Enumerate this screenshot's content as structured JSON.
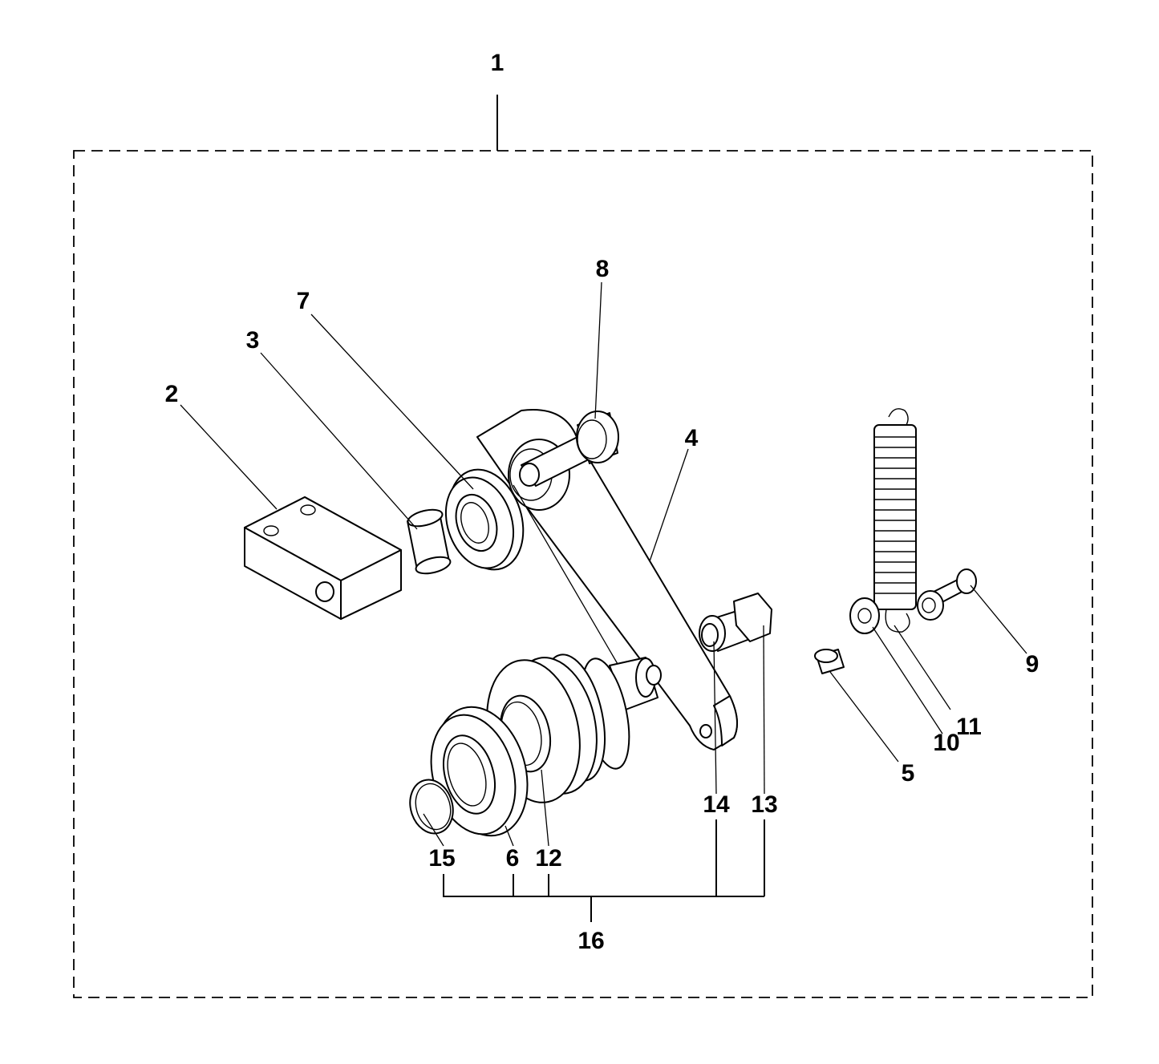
{
  "diagram": {
    "kind": "exploded-parts-view",
    "line_color": "#000000",
    "background": "#ffffff",
    "callouts": [
      {
        "id": "assembly",
        "label": "1"
      },
      {
        "id": "block",
        "label": "2"
      },
      {
        "id": "bushing",
        "label": "3"
      },
      {
        "id": "arm",
        "label": "4"
      },
      {
        "id": "small-bushing",
        "label": "5"
      },
      {
        "id": "bearing-front",
        "label": "6"
      },
      {
        "id": "bearing-rear",
        "label": "7"
      },
      {
        "id": "pivot-bushing",
        "label": "8"
      },
      {
        "id": "shoulder-bolt",
        "label": "9"
      },
      {
        "id": "washer",
        "label": "10"
      },
      {
        "id": "spring",
        "label": "11"
      },
      {
        "id": "inner-ring",
        "label": "12"
      },
      {
        "id": "hex-bolt",
        "label": "13"
      },
      {
        "id": "bolt-washer",
        "label": "14"
      },
      {
        "id": "snap-ring",
        "label": "15"
      },
      {
        "id": "roller-kit",
        "label": "16"
      }
    ]
  }
}
